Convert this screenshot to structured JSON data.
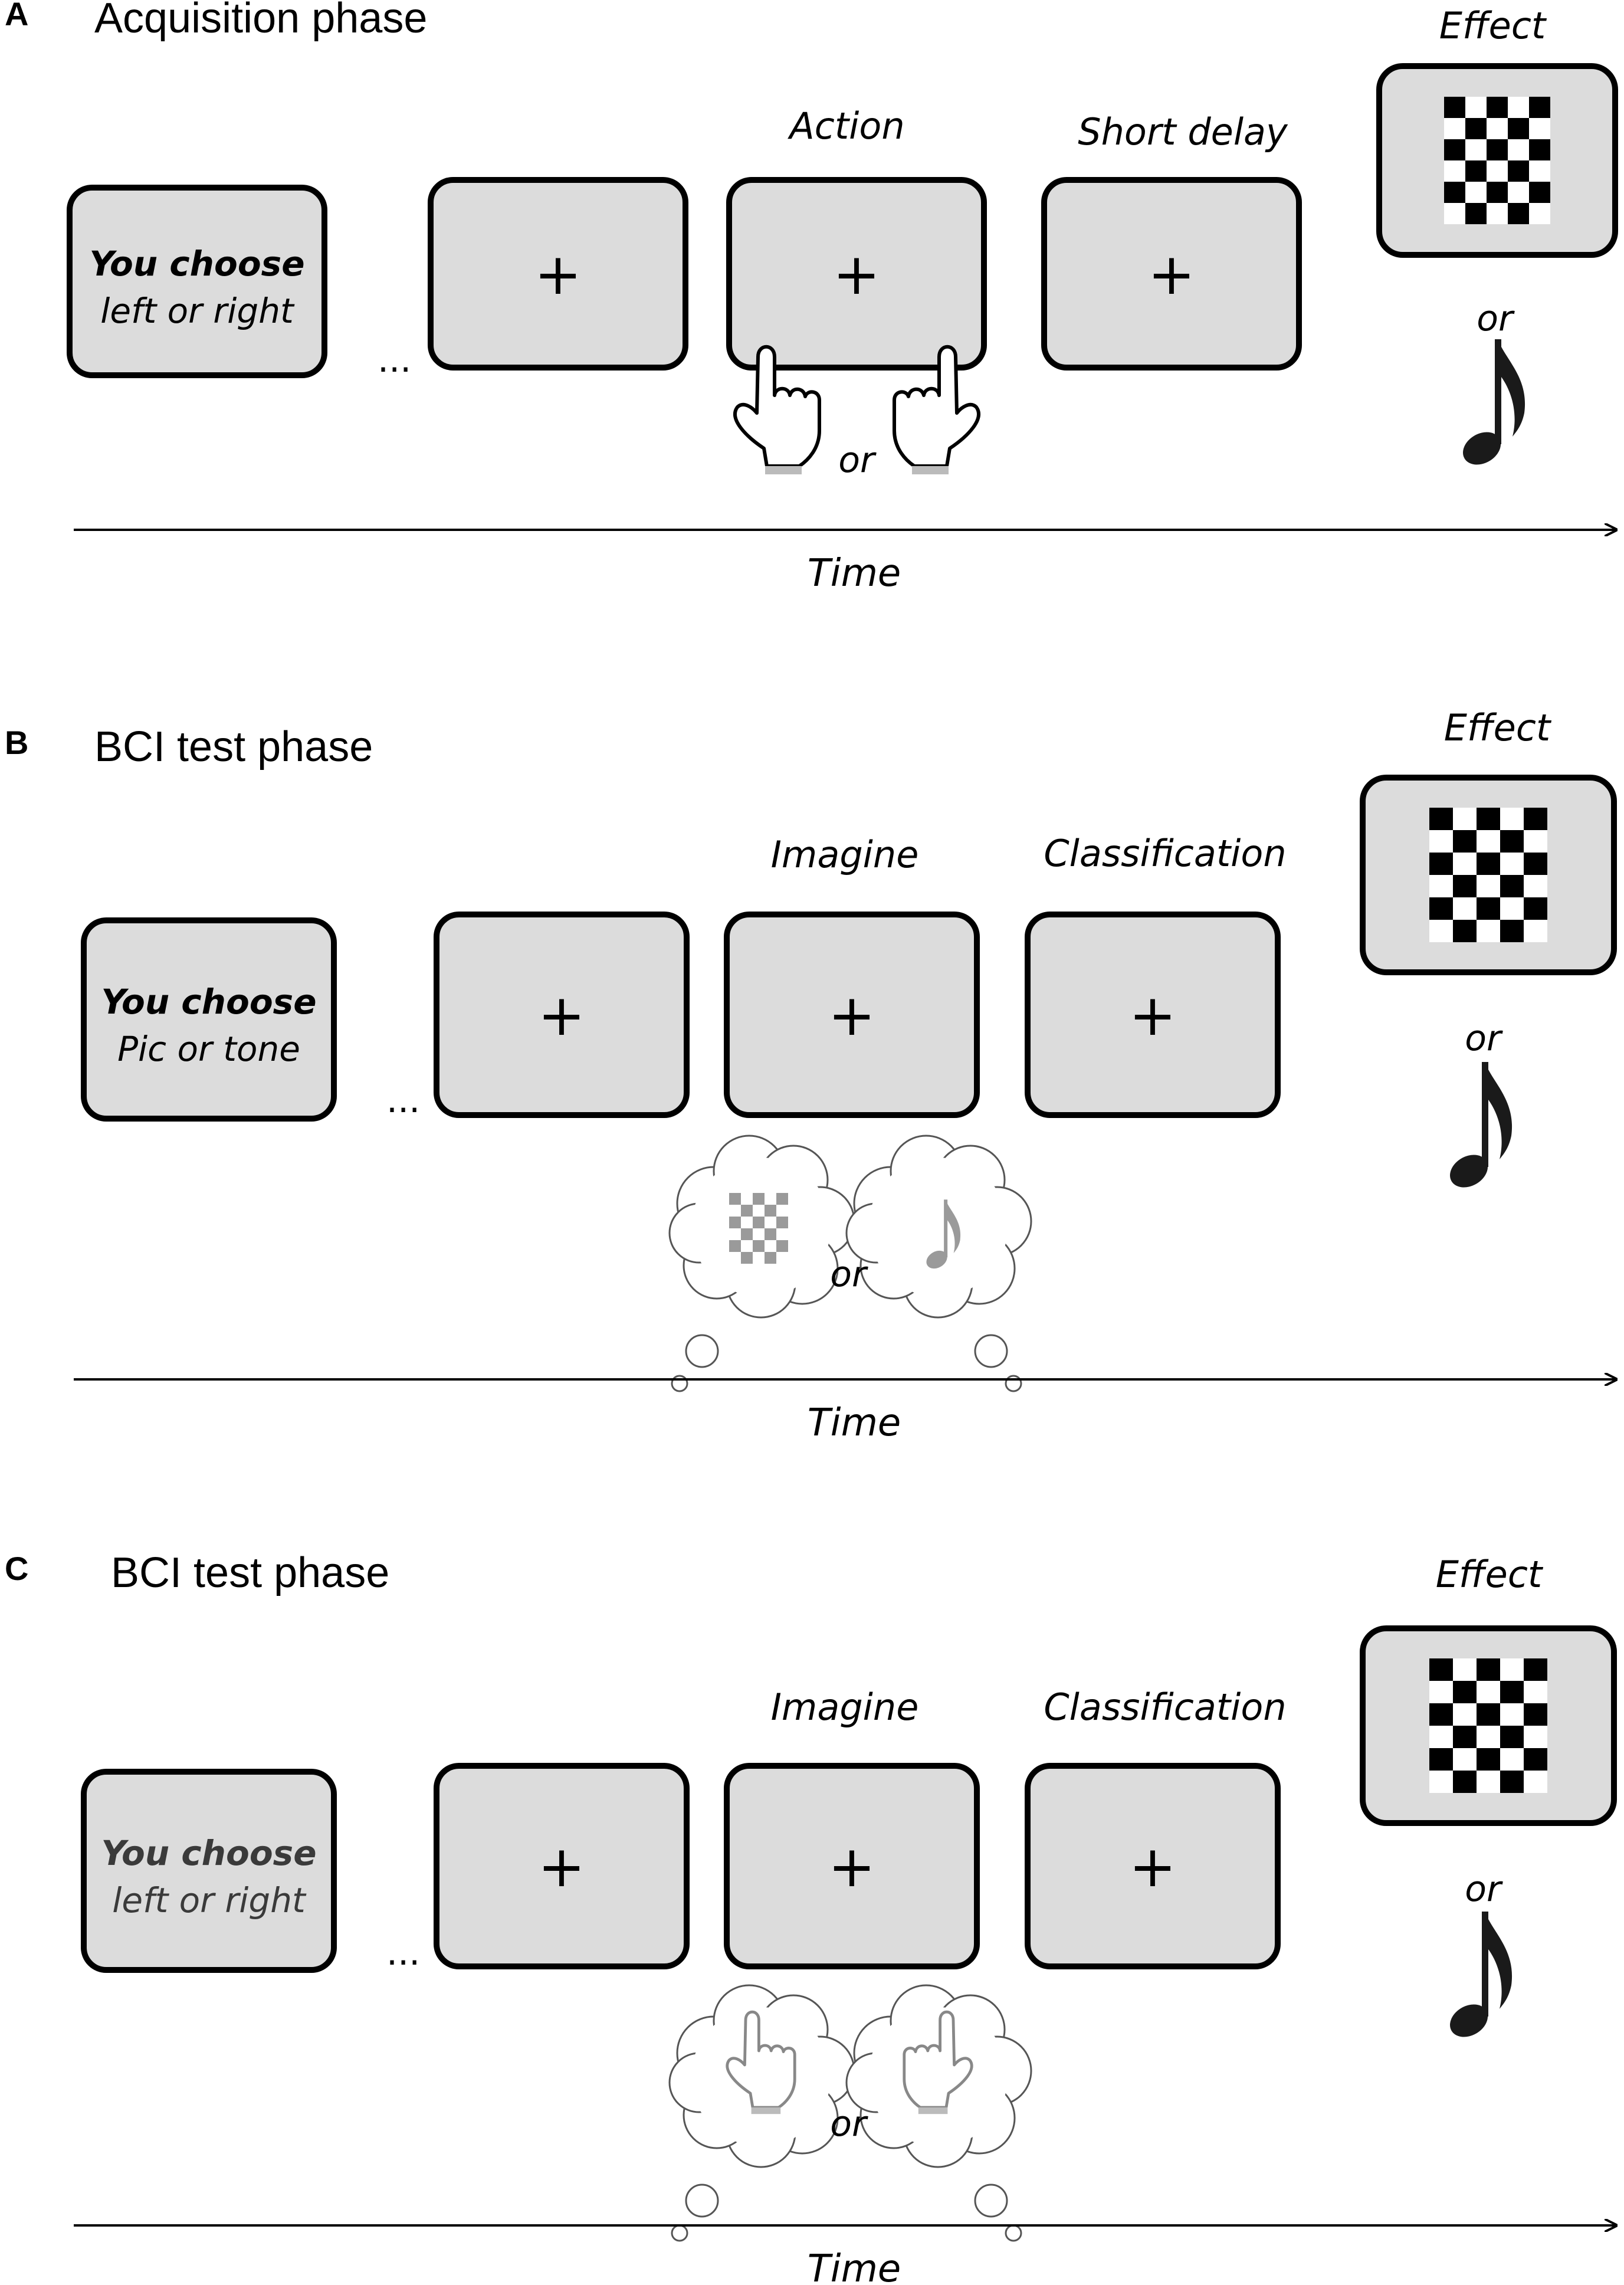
{
  "panels": [
    {
      "id": "A",
      "letter": "A",
      "title": "Acquisition phase",
      "choose_line1": "You choose",
      "choose_line2": "left or right",
      "dots": "...",
      "step3_label": "Action",
      "step4_label": "Short delay",
      "effect_label": "Effect",
      "effect_or": "or",
      "response_or": "or",
      "time_label": "Time",
      "response_type": "hands",
      "faded": false
    },
    {
      "id": "B",
      "letter": "B",
      "title": "BCI test phase",
      "choose_line1": "You choose",
      "choose_line2": "Pic or tone",
      "dots": "...",
      "step3_label": "Imagine",
      "step4_label": "Classification",
      "effect_label": "Effect",
      "effect_or": "or",
      "response_or": "or",
      "time_label": "Time",
      "response_type": "thought-effects",
      "faded": false
    },
    {
      "id": "C",
      "letter": "C",
      "title": "BCI test phase",
      "choose_line1": "You choose",
      "choose_line2": "left or right",
      "dots": "...",
      "step3_label": "Imagine",
      "step4_label": "Classification",
      "effect_label": "Effect",
      "effect_or": "or",
      "response_or": "or",
      "time_label": "Time",
      "response_type": "thought-hands",
      "faded": true
    }
  ],
  "fixation_symbol": "+",
  "icons": {
    "checkerboard": "checkerboard-icon",
    "note": "music-note-icon",
    "hand": "pointing-hand-icon",
    "thought": "thought-bubble-icon"
  },
  "colors": {
    "screen_fill": "#dcdcdc",
    "outline": "#000000",
    "faded_text": "#3a3a3a",
    "thought_icon": "#9a9a9a"
  }
}
